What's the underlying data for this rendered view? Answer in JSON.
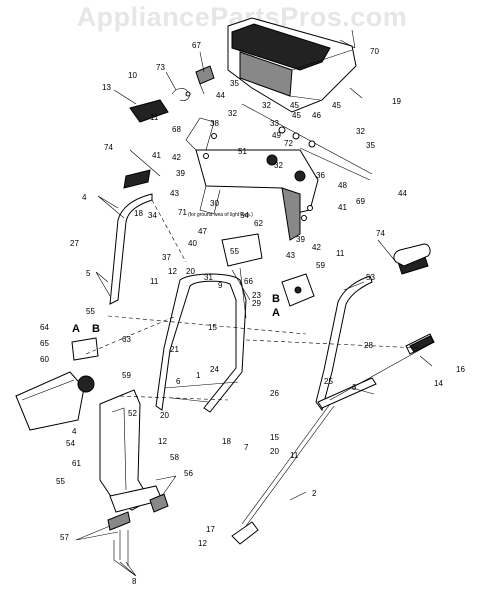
{
  "watermark": "AppliancePartsPros.com",
  "callouts": {
    "c67": "67",
    "c70": "70",
    "c73": "73",
    "c10": "10",
    "c35a": "35",
    "c19": "19",
    "c13": "13",
    "c44a": "44",
    "c32a": "32",
    "c45a": "45",
    "c11a": "11",
    "c38": "38",
    "c32b": "32",
    "c33": "33",
    "c45b": "45",
    "c46": "46",
    "c68": "68",
    "c49": "49",
    "c32c": "32",
    "c74a": "74",
    "c41a": "41",
    "c42a": "42",
    "c51": "51",
    "c72": "72",
    "c45c": "45",
    "c35b": "35",
    "c39a": "39",
    "c32d": "32",
    "c36": "36",
    "c48": "48",
    "c43a": "43",
    "c44b": "44",
    "c30": "30",
    "c69": "69",
    "c4a": "4",
    "c18": "18",
    "c34": "34",
    "c71": "71",
    "c47": "47",
    "c54a": "54",
    "c62": "62",
    "c41b": "41",
    "c40": "40",
    "c37": "37",
    "c55a": "55",
    "c39b": "39",
    "c42b": "42",
    "c27": "27",
    "c12a": "12",
    "c20a": "20",
    "c11b": "11",
    "c31": "31",
    "c9": "9",
    "c43b": "43",
    "c11c": "11",
    "c74b": "74",
    "c59a": "59",
    "c5": "5",
    "c66": "66",
    "c53": "53",
    "c23": "23",
    "c29": "29",
    "c15a": "15",
    "c55b": "55",
    "c64": "64",
    "c21": "21",
    "c65": "65",
    "c63": "63",
    "c60": "60",
    "c28": "28",
    "c16": "16",
    "c59b": "59",
    "c24": "24",
    "c1": "1",
    "c6": "6",
    "c25": "25",
    "c14": "14",
    "c3": "3",
    "c26": "26",
    "c4b": "4",
    "c52": "52",
    "c20b": "20",
    "c54b": "54",
    "c12b": "12",
    "c15b": "15",
    "c61": "61",
    "c18b": "18",
    "c7": "7",
    "c20c": "20",
    "c58": "58",
    "c55c": "55",
    "c11d": "11",
    "c56": "56",
    "c2": "2",
    "c57": "57",
    "c17": "17",
    "c12c": "12",
    "c8": "8",
    "ground_note": "(for ground wea of light wea.)",
    "A_top": "A",
    "B_top": "B",
    "B_right": "B",
    "A_right": "A"
  }
}
